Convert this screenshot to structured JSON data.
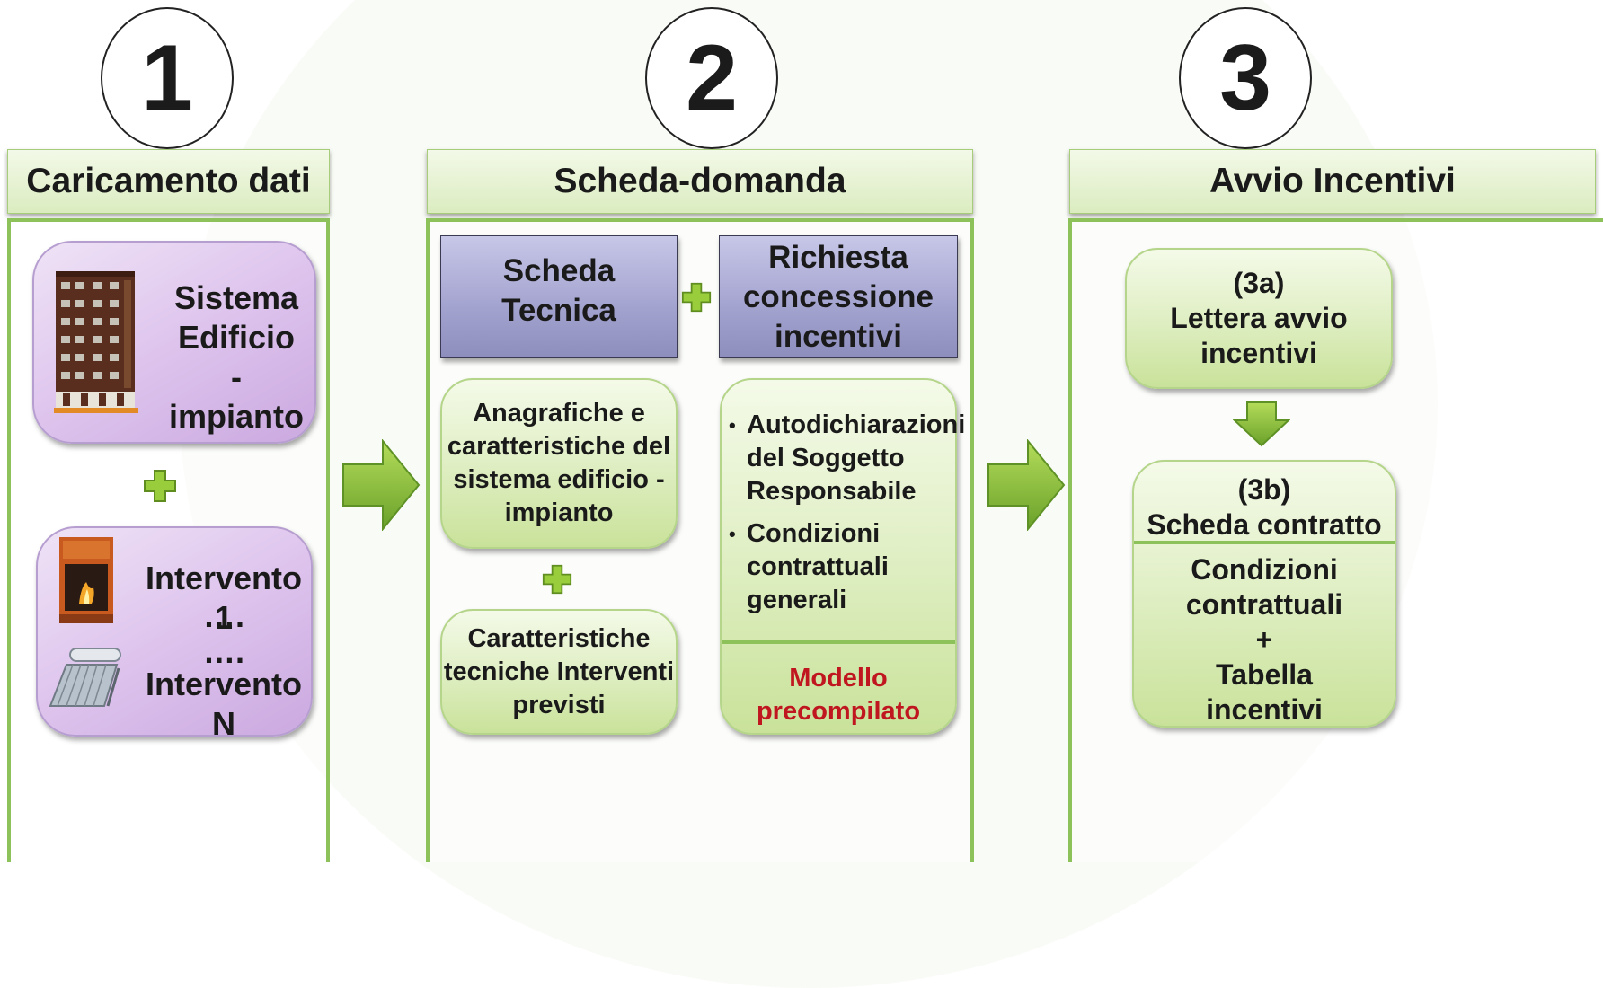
{
  "steps": [
    {
      "number": "1",
      "title": "Caricamento dati",
      "box_top": [
        "Sistema",
        "Edificio -",
        "impianto"
      ],
      "box_bottom": [
        "Intervento 1",
        "….",
        "….",
        "Intervento N"
      ]
    },
    {
      "number": "2",
      "title": "Scheda-domanda",
      "left_header": [
        "Scheda",
        "Tecnica"
      ],
      "right_header": [
        "Richiesta",
        "concessione",
        "incentivi"
      ],
      "left_box_1": [
        "Anagrafiche e",
        "caratteristiche del",
        "sistema edificio -",
        "impianto"
      ],
      "left_box_2": [
        "Caratteristiche",
        "tecniche Interventi",
        "previsti"
      ],
      "right_bullets": [
        [
          "Autodichiarazioni",
          "del Soggetto",
          "Responsabile"
        ],
        [
          "Condizioni",
          "contrattuali",
          "generali"
        ]
      ],
      "right_footer": [
        "Modello",
        "precompilato"
      ]
    },
    {
      "number": "3",
      "title": "Avvio Incentivi",
      "box_a": [
        "(3a)",
        "Lettera avvio",
        "incentivi"
      ],
      "box_b_header": [
        "(3b)",
        "Scheda contratto"
      ],
      "box_b_body": [
        "Condizioni",
        "contrattuali",
        "+",
        "Tabella",
        "incentivi"
      ]
    }
  ],
  "icons": {
    "plus": "plus-icon",
    "arrow": "right-arrow-icon",
    "down_arrow": "down-arrow-icon",
    "building": "building-icon",
    "stove": "pellet-stove-icon",
    "solar": "solar-panel-icon"
  },
  "colors": {
    "panel_border": "#8dc25a",
    "plus_fill": "#9acd3c",
    "arrow_fill": "#8cc63f",
    "accent_red": "#c0161f"
  }
}
